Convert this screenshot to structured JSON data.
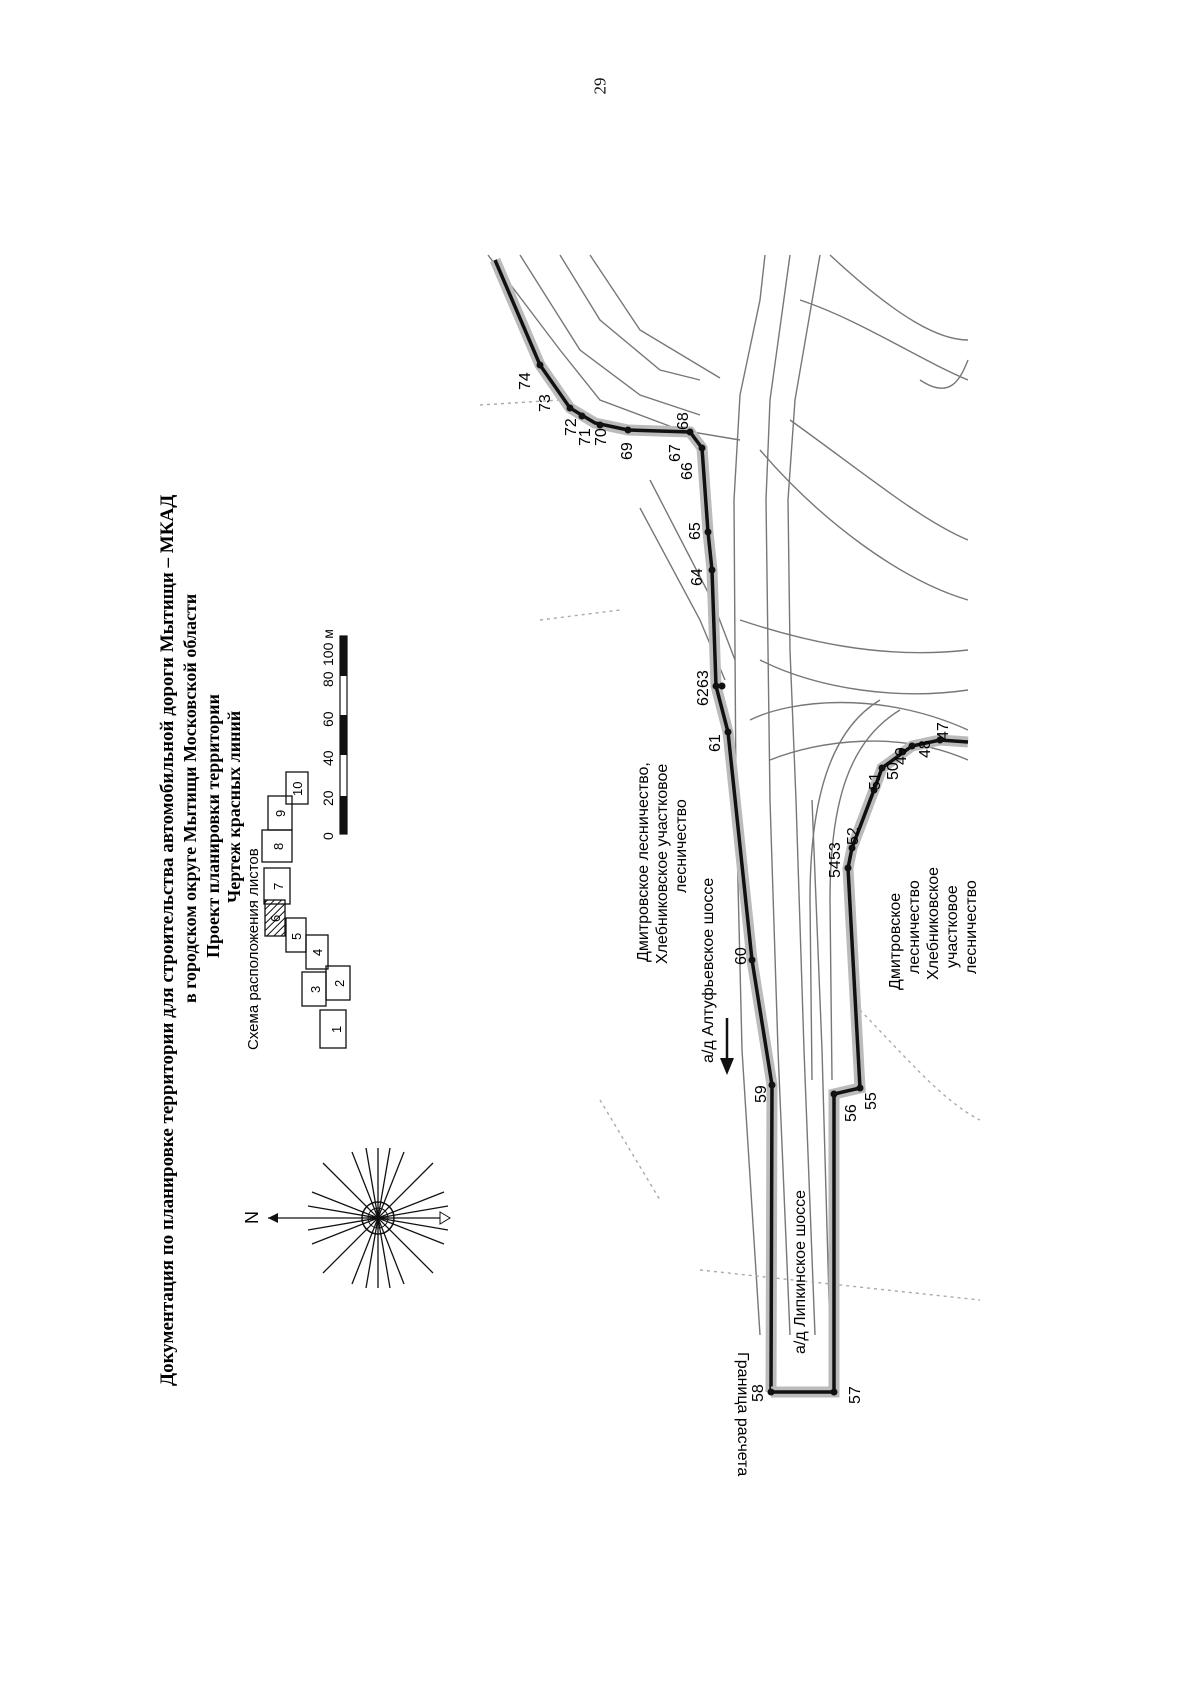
{
  "page_number": "29",
  "header": {
    "line1": "Документация по планировке территории для строительства автомобильной дороги Мытищи – МКАД",
    "line2": "в городском округе Мытищи Московской области",
    "line3": "Проект планировки территории",
    "line4": "Чертеж красных линий"
  },
  "compass": {
    "north_label": "N",
    "icon": "compass-rose-icon"
  },
  "sheet_scheme": {
    "title": "Схема расположения листов",
    "sheets": [
      "1",
      "2",
      "3",
      "4",
      "5",
      "6",
      "7",
      "8",
      "9",
      "10"
    ],
    "active_sheet": "6"
  },
  "scale_bar": {
    "ticks": [
      "0",
      "20",
      "40",
      "60",
      "80",
      "100 м"
    ]
  },
  "map": {
    "labels": {
      "forest_north": [
        "Дмитровское лесничество,",
        "Хлебниковское участковое",
        "лесничество"
      ],
      "forest_south": [
        "Дмитровское",
        "лесничество",
        "Хлебниковское",
        "участковое",
        "лесничество"
      ],
      "road_altufyevskoe": "а/д Алтуфьевское шоссе",
      "road_lipkinskoe": "а/д Липкинское шоссе",
      "calc_boundary": "Граница расчета"
    },
    "upper_points": [
      "58",
      "59",
      "60",
      "61",
      "62",
      "63",
      "64",
      "65",
      "66",
      "67",
      "68",
      "69",
      "70",
      "71",
      "72",
      "73",
      "74"
    ],
    "lower_points": [
      "57",
      "56",
      "55",
      "54",
      "53",
      "52",
      "51",
      "50",
      "49",
      "48",
      "47"
    ]
  }
}
